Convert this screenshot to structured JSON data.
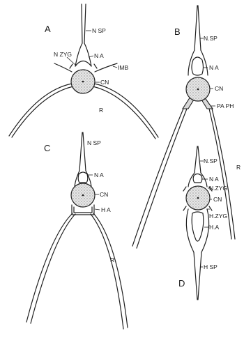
{
  "figures": [
    {
      "letter": "A",
      "labels": {
        "nsp": "N SP",
        "nzyg": "N ZYG",
        "na": "N A",
        "imb": "IMB",
        "cn": "CN",
        "r": "R"
      }
    },
    {
      "letter": "B",
      "labels": {
        "nsp": "N.SP",
        "na": "N A",
        "cn": "CN",
        "papr": "PA PH",
        "r": "R"
      }
    },
    {
      "letter": "C",
      "labels": {
        "nsp": "N SP",
        "na": "N A",
        "cn": "CN",
        "ha": "H A",
        "r": "R"
      }
    },
    {
      "letter": "D",
      "labels": {
        "nsp": "N.SP",
        "na": "N A",
        "nzyg": "N.ZYG",
        "cn": "CN",
        "hzyg": "H.ZYG",
        "ha": "H.A",
        "hsp": "H SP"
      }
    }
  ]
}
